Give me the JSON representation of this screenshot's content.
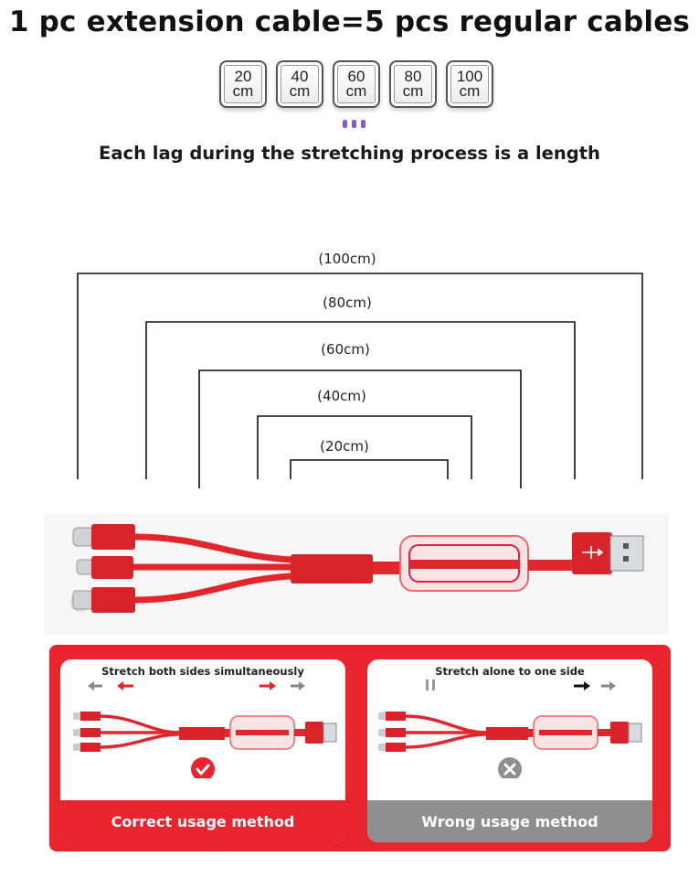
{
  "headline": "1 pc extension cable=5 pcs regular cables",
  "length_chips": [
    {
      "value": "20",
      "unit": "cm"
    },
    {
      "value": "40",
      "unit": "cm"
    },
    {
      "value": "60",
      "unit": "cm"
    },
    {
      "value": "80",
      "unit": "cm"
    },
    {
      "value": "100",
      "unit": "cm"
    }
  ],
  "subhead": "Each lag during the stretching process is a length",
  "bracket_labels": [
    "(100cm)",
    "(80cm)",
    "(60cm)",
    "(40cm)",
    "(20cm)"
  ],
  "colors": {
    "accent": "#e8242f",
    "cable": "#e0272d",
    "wrong": "#8f8f8f",
    "indicator": "#8a55e0"
  },
  "correct_card": {
    "instruction": "Stretch both sides simultaneously",
    "footer": "Correct usage method",
    "status_icon": "check-circle-icon"
  },
  "wrong_card": {
    "instruction": "Stretch alone to one side",
    "footer": "Wrong usage method",
    "status_icon": "cross-circle-icon"
  }
}
